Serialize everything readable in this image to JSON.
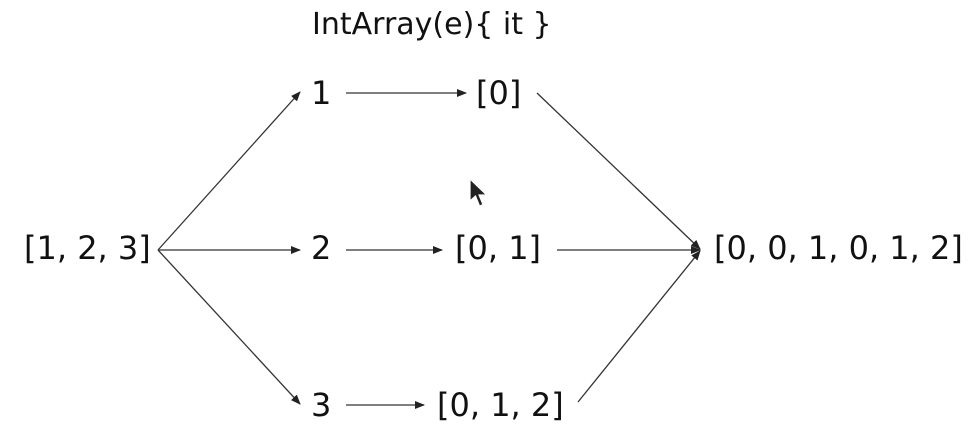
{
  "title": "IntArray(e){ it }",
  "input_list": "[1, 2, 3]",
  "elements": [
    "1",
    "2",
    "3"
  ],
  "mapped_arrays": [
    "[0]",
    "[0, 1]",
    "[0, 1, 2]"
  ],
  "result": "[0, 0, 1, 0, 1, 2]",
  "colors": {
    "text": "#111111",
    "arrow": "#333333",
    "background": "#ffffff"
  }
}
